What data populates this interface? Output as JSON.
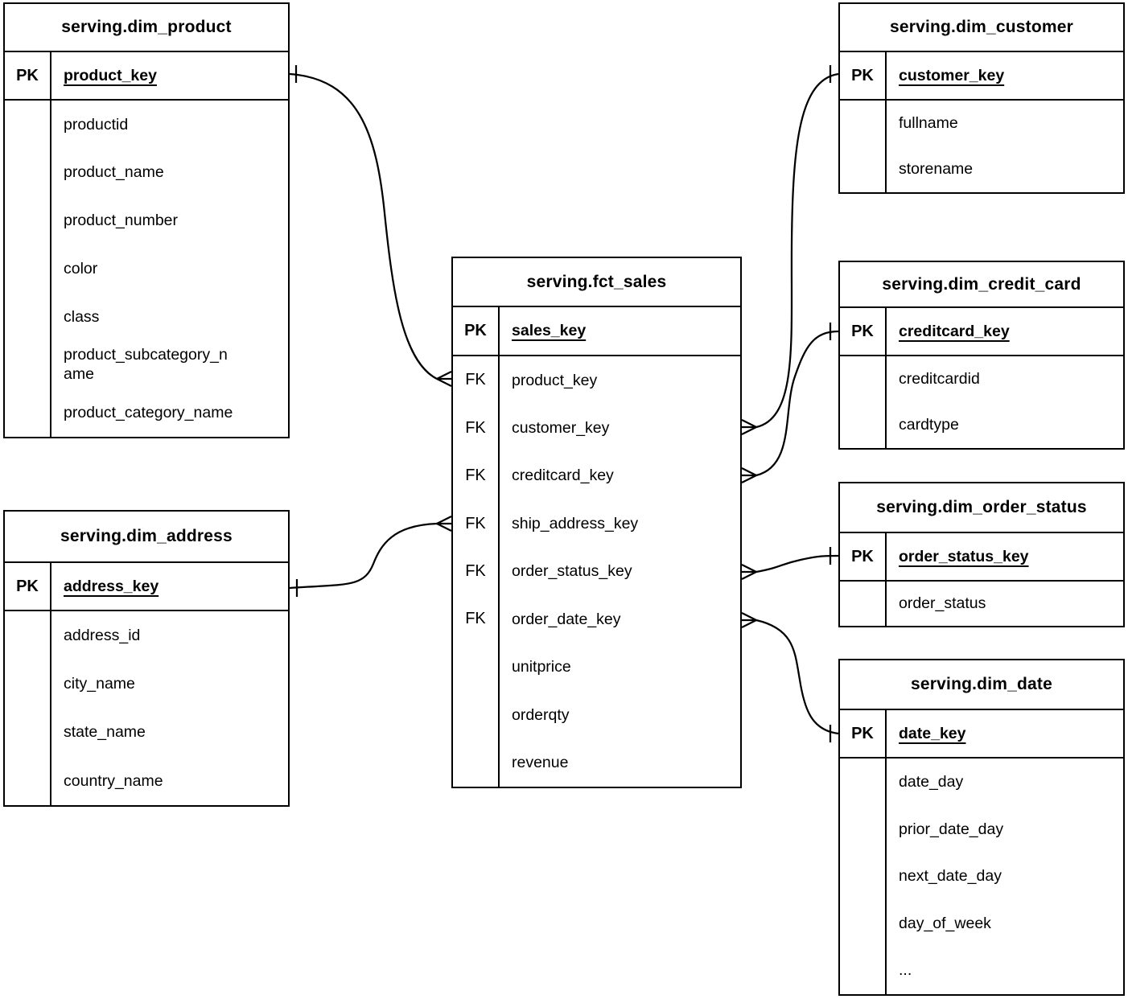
{
  "colors": {
    "line": "#000000",
    "text": "#000000",
    "background": "#ffffff"
  },
  "tables": [
    {
      "id": "dim_product",
      "title": "serving.dim_product",
      "pk": {
        "key": "PK",
        "name": "product_key"
      },
      "fields": [
        {
          "key": "",
          "name": "productid"
        },
        {
          "key": "",
          "name": "product_name"
        },
        {
          "key": "",
          "name": "product_number"
        },
        {
          "key": "",
          "name": "color"
        },
        {
          "key": "",
          "name": "class"
        },
        {
          "key": "",
          "name": "product_subcategory_name"
        },
        {
          "key": "",
          "name": "product_category_name"
        }
      ]
    },
    {
      "id": "dim_address",
      "title": "serving.dim_address",
      "pk": {
        "key": "PK",
        "name": "address_key"
      },
      "fields": [
        {
          "key": "",
          "name": "address_id"
        },
        {
          "key": "",
          "name": "city_name"
        },
        {
          "key": "",
          "name": "state_name"
        },
        {
          "key": "",
          "name": "country_name"
        }
      ]
    },
    {
      "id": "fct_sales",
      "title": "serving.fct_sales",
      "pk": {
        "key": "PK",
        "name": "sales_key"
      },
      "fields": [
        {
          "key": "FK",
          "name": "product_key"
        },
        {
          "key": "FK",
          "name": "customer_key"
        },
        {
          "key": "FK",
          "name": "creditcard_key"
        },
        {
          "key": "FK",
          "name": "ship_address_key"
        },
        {
          "key": "FK",
          "name": "order_status_key"
        },
        {
          "key": "FK",
          "name": "order_date_key"
        },
        {
          "key": "",
          "name": "unitprice"
        },
        {
          "key": "",
          "name": "orderqty"
        },
        {
          "key": "",
          "name": "revenue"
        }
      ]
    },
    {
      "id": "dim_customer",
      "title": "serving.dim_customer",
      "pk": {
        "key": "PK",
        "name": "customer_key"
      },
      "fields": [
        {
          "key": "",
          "name": "fullname"
        },
        {
          "key": "",
          "name": "storename"
        }
      ]
    },
    {
      "id": "dim_credit_card",
      "title": "serving.dim_credit_card",
      "pk": {
        "key": "PK",
        "name": "creditcard_key"
      },
      "fields": [
        {
          "key": "",
          "name": "creditcardid"
        },
        {
          "key": "",
          "name": "cardtype"
        }
      ]
    },
    {
      "id": "dim_order_status",
      "title": "serving.dim_order_status",
      "pk": {
        "key": "PK",
        "name": "order_status_key"
      },
      "fields": [
        {
          "key": "",
          "name": "order_status"
        }
      ]
    },
    {
      "id": "dim_date",
      "title": "serving.dim_date",
      "pk": {
        "key": "PK",
        "name": "date_key"
      },
      "fields": [
        {
          "key": "",
          "name": "date_day"
        },
        {
          "key": "",
          "name": "prior_date_day"
        },
        {
          "key": "",
          "name": "next_date_day"
        },
        {
          "key": "",
          "name": "day_of_week"
        },
        {
          "key": "",
          "name": "..."
        }
      ]
    }
  ],
  "relationships": [
    {
      "from_table": "serving.fct_sales",
      "from_field": "product_key",
      "from_cardinality": "many",
      "to_table": "serving.dim_product",
      "to_field": "product_key",
      "to_cardinality": "one"
    },
    {
      "from_table": "serving.fct_sales",
      "from_field": "ship_address_key",
      "from_cardinality": "many",
      "to_table": "serving.dim_address",
      "to_field": "address_key",
      "to_cardinality": "one"
    },
    {
      "from_table": "serving.fct_sales",
      "from_field": "customer_key",
      "from_cardinality": "many",
      "to_table": "serving.dim_customer",
      "to_field": "customer_key",
      "to_cardinality": "one"
    },
    {
      "from_table": "serving.fct_sales",
      "from_field": "creditcard_key",
      "from_cardinality": "many",
      "to_table": "serving.dim_credit_card",
      "to_field": "creditcard_key",
      "to_cardinality": "one"
    },
    {
      "from_table": "serving.fct_sales",
      "from_field": "order_status_key",
      "from_cardinality": "many",
      "to_table": "serving.dim_order_status",
      "to_field": "order_status_key",
      "to_cardinality": "one"
    },
    {
      "from_table": "serving.fct_sales",
      "from_field": "order_date_key",
      "from_cardinality": "many",
      "to_table": "serving.dim_date",
      "to_field": "date_key",
      "to_cardinality": "one"
    }
  ]
}
